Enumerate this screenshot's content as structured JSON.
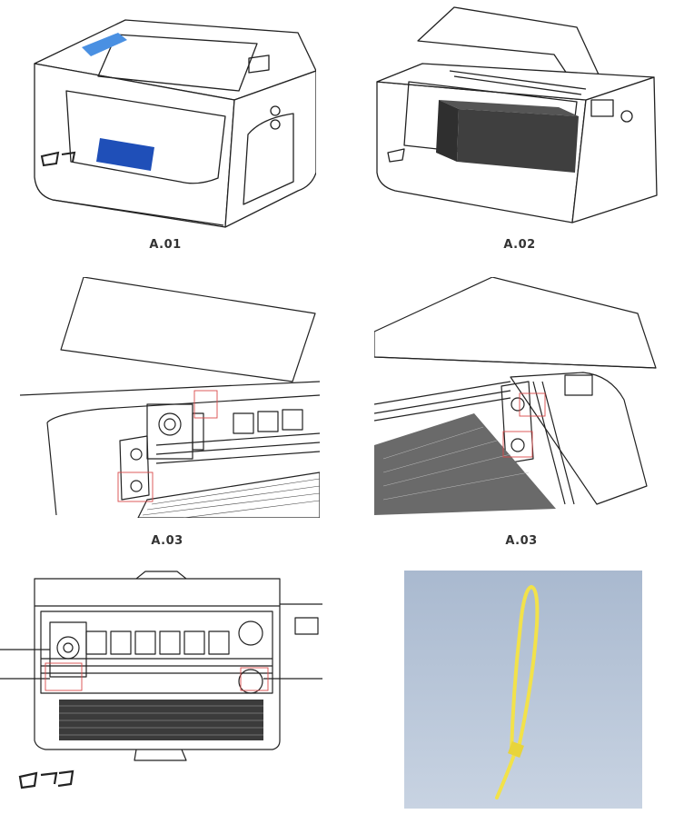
{
  "captions": {
    "a01": "A.01",
    "a02": "A.02",
    "a03_left": "A.03",
    "a03_right": "A.03"
  },
  "colors": {
    "tape_light": "#4a90e2",
    "tape_dark": "#1f4fb8",
    "box_dark": "#3f3f3f",
    "zip_tie": "#f2e24a",
    "photo_bg": "#b9c7d9",
    "line": "#222222",
    "red_guide": "#d94a4a"
  },
  "icons": {
    "logo": "brand-logo-icon",
    "zip_tie": "zip-tie-photo"
  }
}
